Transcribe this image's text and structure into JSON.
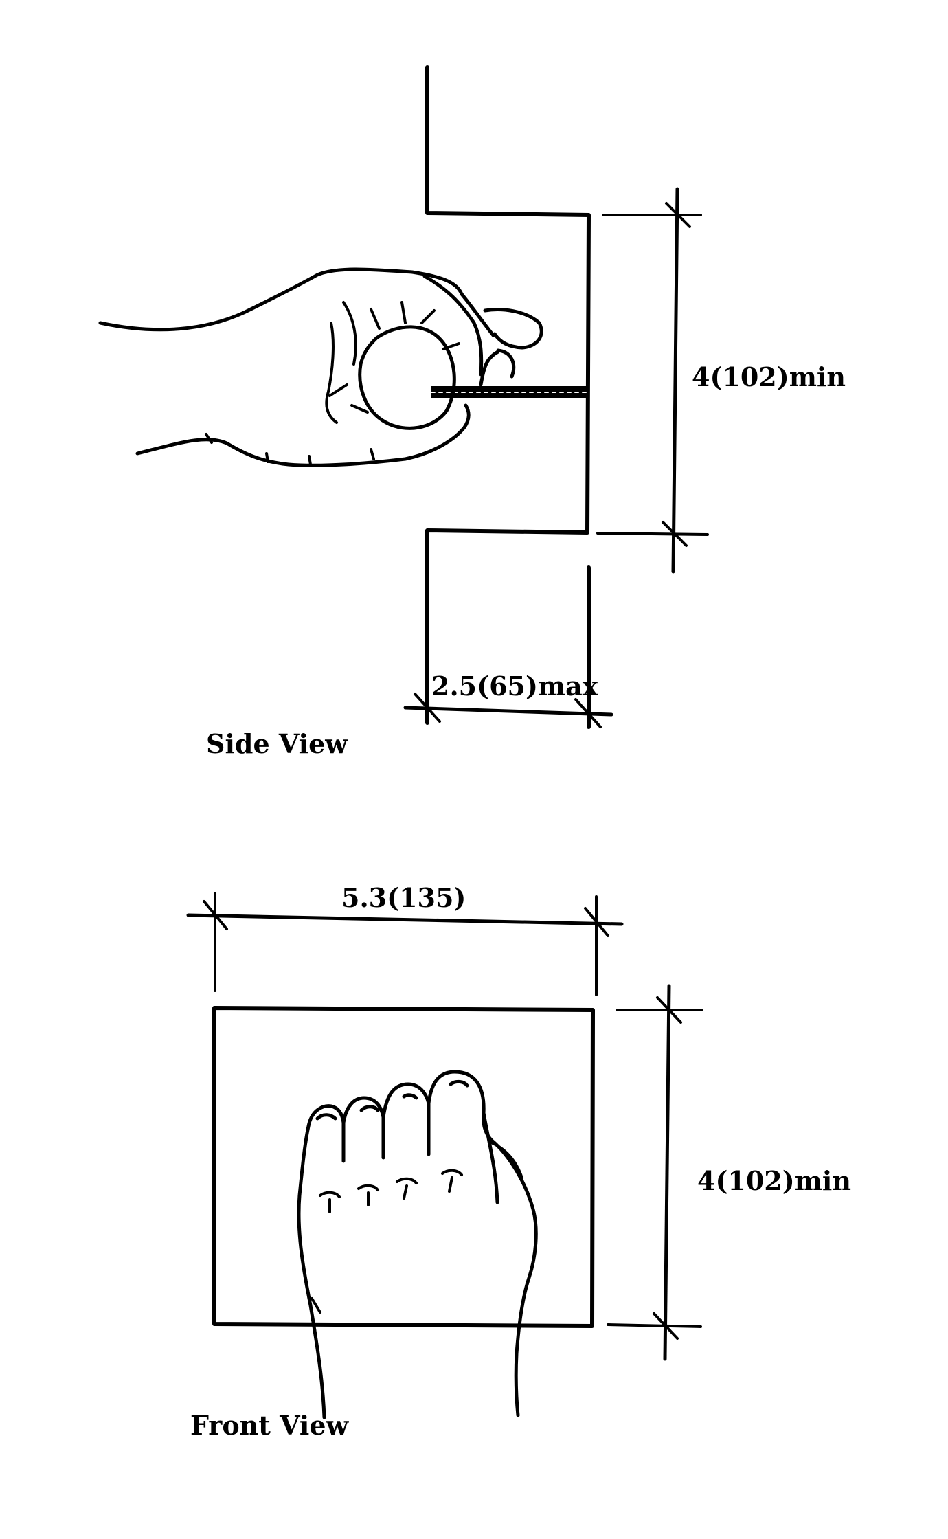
{
  "colors": {
    "ink": "#000000",
    "background": "#ffffff"
  },
  "side_view": {
    "caption": "Side View",
    "height_dimension": "4(102)min",
    "depth_dimension": "2.5(65)max"
  },
  "front_view": {
    "caption": "Front View",
    "width_dimension": "5.3(135)",
    "height_dimension": "4(102)min"
  }
}
